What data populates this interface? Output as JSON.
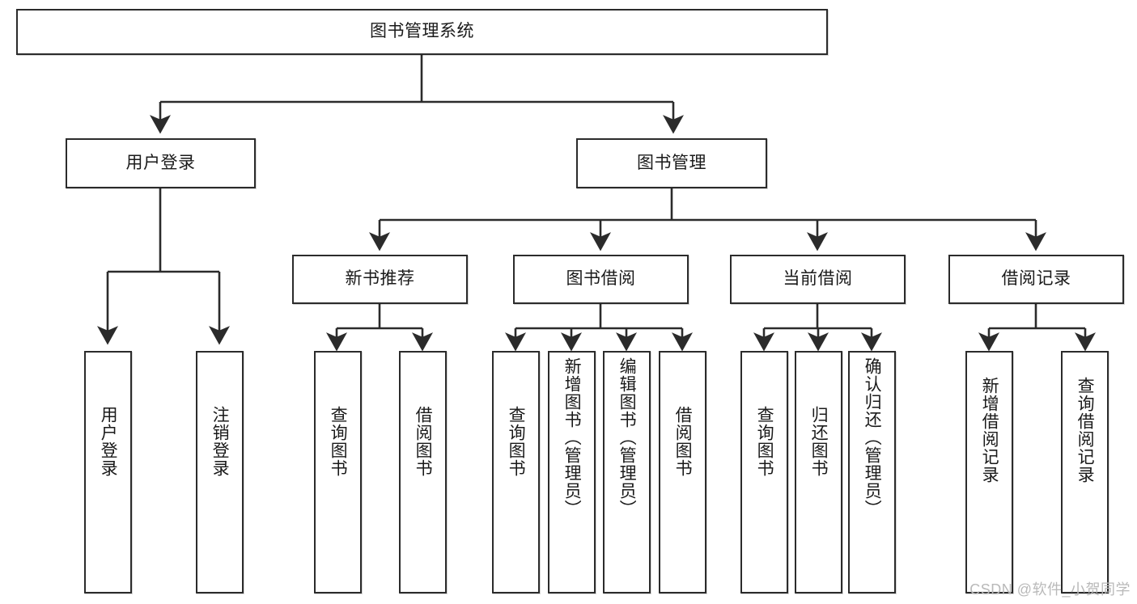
{
  "diagram": {
    "title": "图书管理系统",
    "type": "tree",
    "colors": {
      "node_border": "#2b2b2b",
      "node_fill": "#ffffff",
      "edge": "#2b2b2b",
      "text": "#1a1a1a",
      "watermark": "#b9b9b9",
      "background": "#ffffff"
    },
    "nodes": {
      "root": {
        "label": "图书管理系统",
        "level": 1
      },
      "user_login": {
        "label": "用户登录",
        "level": 2
      },
      "book_manage": {
        "label": "图书管理",
        "level": 2
      },
      "new_book_rec": {
        "label": "新书推荐",
        "level": 3
      },
      "book_borrow": {
        "label": "图书借阅",
        "level": 3
      },
      "current_borrow": {
        "label": "当前借阅",
        "level": 3
      },
      "borrow_record": {
        "label": "借阅记录",
        "level": 3
      },
      "leaf_user_login": {
        "label": "用户登录",
        "level": 3
      },
      "leaf_logout_login": {
        "label": "注销登录",
        "level": 3
      },
      "leaf_query_book_1": {
        "label": "查询图书",
        "level": 4
      },
      "leaf_borrow_book_1": {
        "label": "借阅图书",
        "level": 4
      },
      "leaf_query_book_2": {
        "label": "查询图书",
        "level": 4
      },
      "leaf_add_book": {
        "label": "新增图书（管理员）",
        "level": 4
      },
      "leaf_edit_book": {
        "label": "编辑图书（管理员）",
        "level": 4
      },
      "leaf_borrow_book_2": {
        "label": "借阅图书",
        "level": 4
      },
      "leaf_query_book_3": {
        "label": "查询图书",
        "level": 4
      },
      "leaf_return_book": {
        "label": "归还图书",
        "level": 4
      },
      "leaf_confirm_return": {
        "label": "确认归还（管理员）",
        "level": 4
      },
      "leaf_add_record": {
        "label": "新增借阅记录",
        "level": 4
      },
      "leaf_query_record": {
        "label": "查询借阅记录",
        "level": 4
      }
    },
    "edges": [
      {
        "from": "root",
        "to": "user_login"
      },
      {
        "from": "root",
        "to": "book_manage"
      },
      {
        "from": "user_login",
        "to": "leaf_user_login"
      },
      {
        "from": "user_login",
        "to": "leaf_logout_login"
      },
      {
        "from": "book_manage",
        "to": "new_book_rec"
      },
      {
        "from": "book_manage",
        "to": "book_borrow"
      },
      {
        "from": "book_manage",
        "to": "current_borrow"
      },
      {
        "from": "book_manage",
        "to": "borrow_record"
      },
      {
        "from": "new_book_rec",
        "to": "leaf_query_book_1"
      },
      {
        "from": "new_book_rec",
        "to": "leaf_borrow_book_1"
      },
      {
        "from": "book_borrow",
        "to": "leaf_query_book_2"
      },
      {
        "from": "book_borrow",
        "to": "leaf_add_book"
      },
      {
        "from": "book_borrow",
        "to": "leaf_edit_book"
      },
      {
        "from": "book_borrow",
        "to": "leaf_borrow_book_2"
      },
      {
        "from": "current_borrow",
        "to": "leaf_query_book_3"
      },
      {
        "from": "current_borrow",
        "to": "leaf_return_book"
      },
      {
        "from": "current_borrow",
        "to": "leaf_confirm_return"
      },
      {
        "from": "borrow_record",
        "to": "leaf_add_record"
      },
      {
        "from": "borrow_record",
        "to": "leaf_query_record"
      }
    ]
  },
  "watermark": {
    "text": "CSDN @软件_小贺同学"
  }
}
